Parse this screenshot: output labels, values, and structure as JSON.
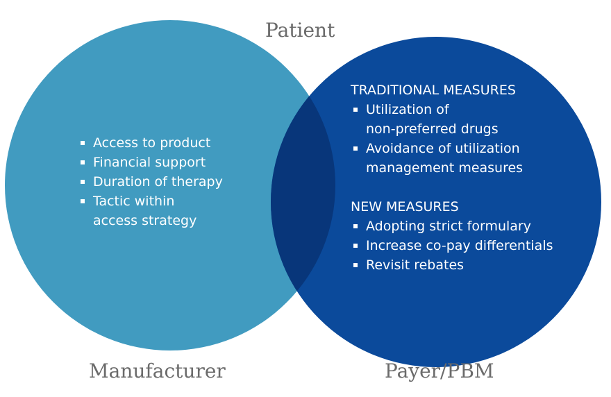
{
  "sets": {
    "patient": "Patient",
    "manufacturer": "Manufacturer",
    "payer": "Payer/PBM"
  },
  "manufacturer_items": [
    "Access to product",
    "Financial support",
    "Duration of therapy",
    "Tactic within\naccess strategy"
  ],
  "payer": {
    "traditional_heading": "TRADITIONAL MEASURES",
    "traditional_items": [
      "Utilization of\nnon-preferred drugs",
      "Avoidance of utilization\nmanagement measures"
    ],
    "new_heading": "NEW MEASURES",
    "new_items": [
      "Adopting strict formulary",
      "Increase co-pay differentials",
      "Revisit rebates"
    ]
  },
  "colors": {
    "manufacturer_circle": "#419bc0",
    "payer_circle": "#0b4a9b",
    "overlap": "#08367a",
    "label_text": "#6b6b6b"
  }
}
